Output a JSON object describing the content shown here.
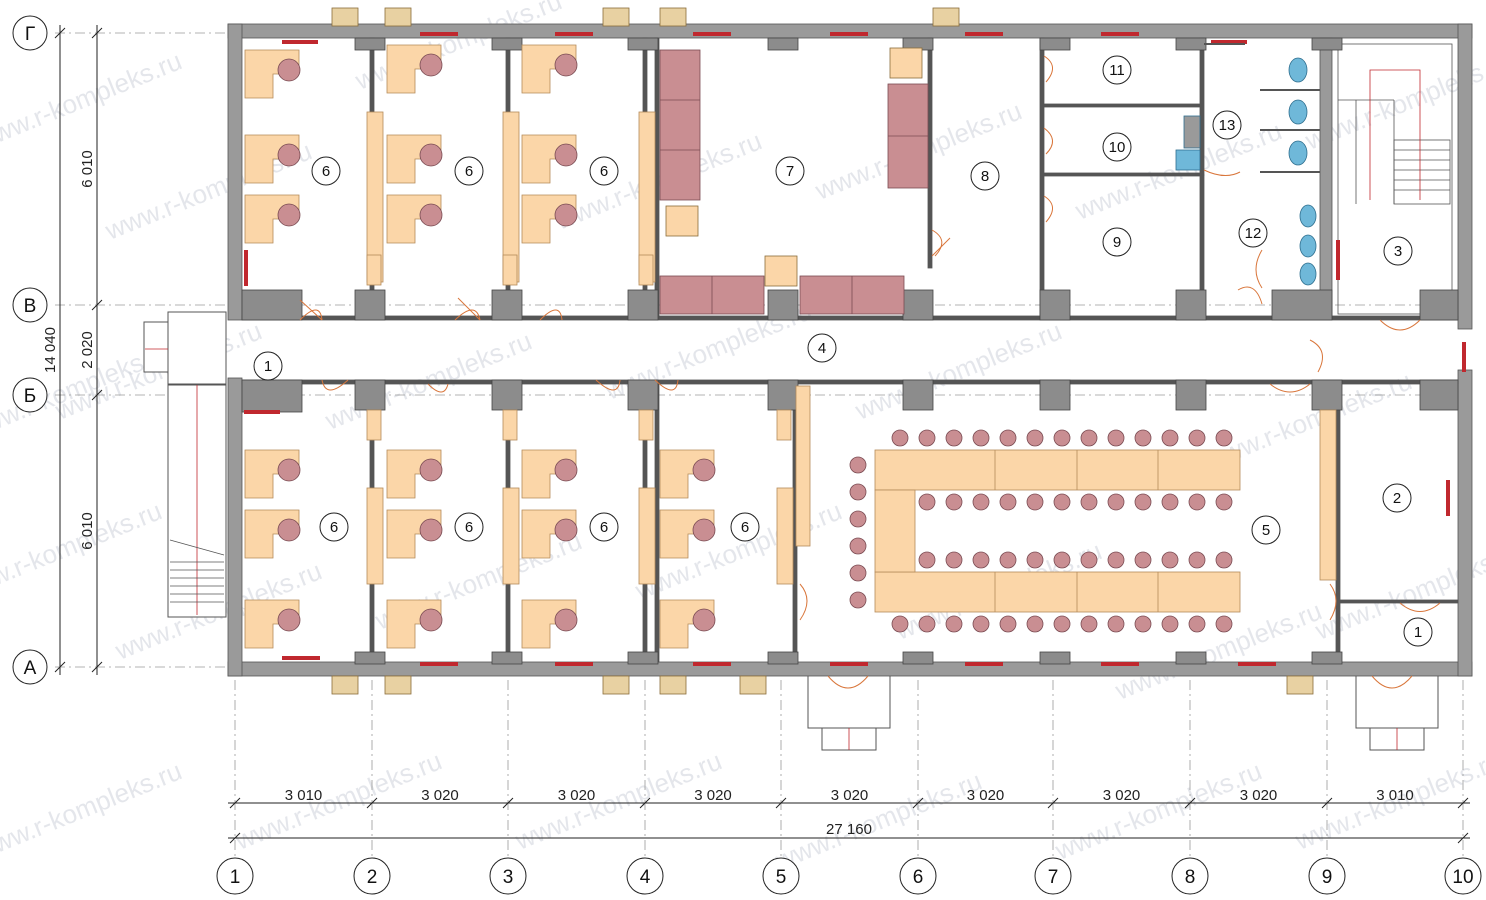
{
  "axes": {
    "horizontal": [
      "Г",
      "В",
      "Б",
      "А"
    ],
    "vertical": [
      "1",
      "2",
      "3",
      "4",
      "5",
      "6",
      "7",
      "8",
      "9",
      "10"
    ]
  },
  "dimensions": {
    "bottom_spans": [
      "3 010",
      "3 020",
      "3 020",
      "3 020",
      "3 020",
      "3 020",
      "3 020",
      "3 020",
      "3 010"
    ],
    "bottom_total": "27 160",
    "left_spans": [
      "6 010",
      "2 020",
      "6 010"
    ],
    "left_total": "14 040"
  },
  "rooms": [
    "6",
    "6",
    "6",
    "7",
    "8",
    "11",
    "10",
    "9",
    "13",
    "12",
    "3",
    "1",
    "4",
    "6",
    "6",
    "6",
    "6",
    "5",
    "2",
    "1"
  ],
  "watermark": "www.r-kompleks.ru",
  "colors": {
    "wall": "#9a9a9a",
    "column": "#8c8c8c",
    "desk": "#fbd6a8",
    "chair": "#c98e92",
    "sofa": "#c98e92",
    "window": "#c0282e",
    "radiator": "#e8d1a2",
    "door": "#d9763b",
    "plumbing": "#6fb8d9"
  }
}
